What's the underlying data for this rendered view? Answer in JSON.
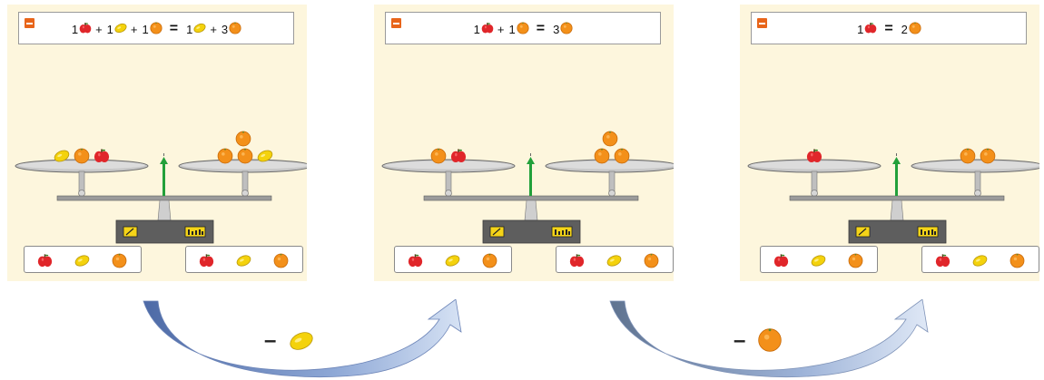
{
  "panels": [
    {
      "equation": {
        "left": [
          {
            "count": "1",
            "fruit": "apple"
          },
          {
            "count": "1",
            "fruit": "lemon"
          },
          {
            "count": "1",
            "fruit": "orange"
          }
        ],
        "right": [
          {
            "count": "1",
            "fruit": "lemon"
          },
          {
            "count": "3",
            "fruit": "orange"
          }
        ],
        "plus": "+",
        "equals": "="
      },
      "left_pan": [
        "lemon",
        "orange",
        "apple"
      ],
      "right_pan": [
        "orange",
        "orange",
        "orange",
        "lemon"
      ]
    },
    {
      "equation": {
        "left": [
          {
            "count": "1",
            "fruit": "apple"
          },
          {
            "count": "1",
            "fruit": "orange"
          }
        ],
        "right": [
          {
            "count": "3",
            "fruit": "orange"
          }
        ],
        "plus": "+",
        "equals": "="
      },
      "left_pan": [
        "orange",
        "apple"
      ],
      "right_pan": [
        "orange",
        "orange",
        "orange"
      ]
    },
    {
      "equation": {
        "left": [
          {
            "count": "1",
            "fruit": "apple"
          }
        ],
        "right": [
          {
            "count": "2",
            "fruit": "orange"
          }
        ],
        "plus": "+",
        "equals": "="
      },
      "left_pan": [
        "apple"
      ],
      "right_pan": [
        "orange",
        "orange"
      ]
    }
  ],
  "tray_items": [
    "apple",
    "lemon",
    "orange"
  ],
  "operations": [
    {
      "sign": "–",
      "fruit": "lemon"
    },
    {
      "sign": "–",
      "fruit": "orange"
    }
  ],
  "colors": {
    "panel_bg": "#fdf6dd",
    "apple": "#e0262a",
    "lemon": "#f4d20c",
    "orange": "#f3901a",
    "needle": "#22a03a",
    "arrow": "#6d85b8",
    "minus_button": "#e8651a"
  }
}
